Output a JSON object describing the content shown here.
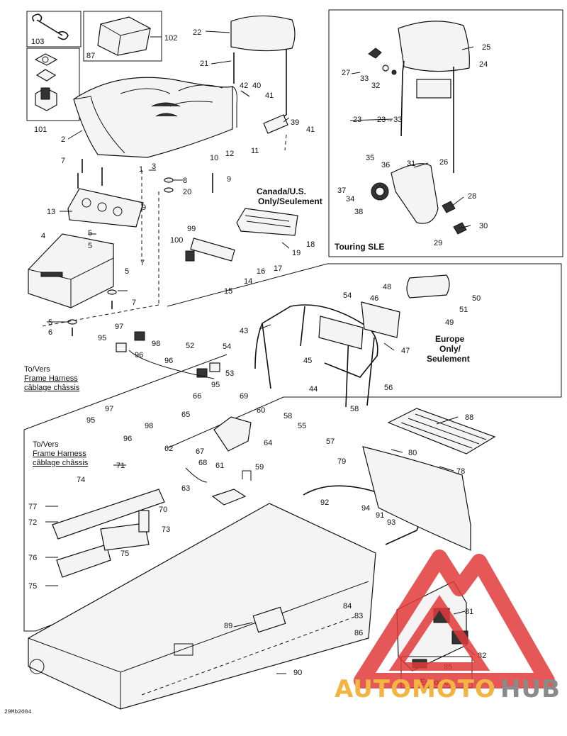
{
  "diagram": {
    "callouts": [
      {
        "id": "c103",
        "text": "103"
      },
      {
        "id": "c102",
        "text": "102"
      },
      {
        "id": "c87",
        "text": "87"
      },
      {
        "id": "c101",
        "text": "101"
      },
      {
        "id": "c22",
        "text": "22"
      },
      {
        "id": "c21",
        "text": "21"
      },
      {
        "id": "c42",
        "text": "42"
      },
      {
        "id": "c40",
        "text": "40"
      },
      {
        "id": "c41a",
        "text": "41"
      },
      {
        "id": "c39",
        "text": "39"
      },
      {
        "id": "c41b",
        "text": "41"
      },
      {
        "id": "c2",
        "text": "2"
      },
      {
        "id": "c1",
        "text": "1"
      },
      {
        "id": "c10",
        "text": "10"
      },
      {
        "id": "c12",
        "text": "12"
      },
      {
        "id": "c11",
        "text": "11"
      },
      {
        "id": "c3",
        "text": "3"
      },
      {
        "id": "c8",
        "text": "8"
      },
      {
        "id": "c20",
        "text": "20"
      },
      {
        "id": "c9a",
        "text": "9"
      },
      {
        "id": "c7a",
        "text": "7"
      },
      {
        "id": "c13",
        "text": "13"
      },
      {
        "id": "c9b",
        "text": "9"
      },
      {
        "id": "c4",
        "text": "4"
      },
      {
        "id": "c5a",
        "text": "5"
      },
      {
        "id": "c5b",
        "text": "5"
      },
      {
        "id": "c7b",
        "text": "7"
      },
      {
        "id": "c5c",
        "text": "5"
      },
      {
        "id": "c7c",
        "text": "7"
      },
      {
        "id": "c5d",
        "text": "5"
      },
      {
        "id": "c6",
        "text": "6"
      },
      {
        "id": "c25",
        "text": "25"
      },
      {
        "id": "c24",
        "text": "24"
      },
      {
        "id": "c27",
        "text": "27"
      },
      {
        "id": "c33",
        "text": "33"
      },
      {
        "id": "c32",
        "text": "32"
      },
      {
        "id": "c23",
        "text": "23"
      },
      {
        "id": "c35",
        "text": "35"
      },
      {
        "id": "c36",
        "text": "36"
      },
      {
        "id": "c31",
        "text": "31"
      },
      {
        "id": "c26",
        "text": "26"
      },
      {
        "id": "c37",
        "text": "37"
      },
      {
        "id": "c34",
        "text": "34"
      },
      {
        "id": "c38",
        "text": "38"
      },
      {
        "id": "c28",
        "text": "28"
      },
      {
        "id": "c29",
        "text": "29"
      },
      {
        "id": "c30",
        "text": "30"
      },
      {
        "id": "c99",
        "text": "99"
      },
      {
        "id": "c100",
        "text": "100"
      },
      {
        "id": "c19",
        "text": "19"
      },
      {
        "id": "c18",
        "text": "18"
      },
      {
        "id": "c17",
        "text": "17"
      },
      {
        "id": "c16",
        "text": "16"
      },
      {
        "id": "c14",
        "text": "14"
      },
      {
        "id": "c15",
        "text": "15"
      },
      {
        "id": "c48",
        "text": "48"
      },
      {
        "id": "c50",
        "text": "50"
      },
      {
        "id": "c54a",
        "text": "54"
      },
      {
        "id": "c46",
        "text": "46"
      },
      {
        "id": "c51",
        "text": "51"
      },
      {
        "id": "c49",
        "text": "49"
      },
      {
        "id": "c43",
        "text": "43"
      },
      {
        "id": "c47",
        "text": "47"
      },
      {
        "id": "c97a",
        "text": "97"
      },
      {
        "id": "c95a",
        "text": "95"
      },
      {
        "id": "c98a",
        "text": "98"
      },
      {
        "id": "c96a",
        "text": "96"
      },
      {
        "id": "c52",
        "text": "52"
      },
      {
        "id": "c54b",
        "text": "54"
      },
      {
        "id": "c45",
        "text": "45"
      },
      {
        "id": "c96b",
        "text": "96"
      },
      {
        "id": "c53",
        "text": "53"
      },
      {
        "id": "c44",
        "text": "44"
      },
      {
        "id": "c95b",
        "text": "95"
      },
      {
        "id": "c56",
        "text": "56"
      },
      {
        "id": "c58a",
        "text": "58"
      },
      {
        "id": "c66",
        "text": "66"
      },
      {
        "id": "c69",
        "text": "69"
      },
      {
        "id": "c58b",
        "text": "58"
      },
      {
        "id": "c55",
        "text": "55"
      },
      {
        "id": "c57",
        "text": "57"
      },
      {
        "id": "c97b",
        "text": "97"
      },
      {
        "id": "c65",
        "text": "65"
      },
      {
        "id": "c60",
        "text": "60"
      },
      {
        "id": "c95c",
        "text": "95"
      },
      {
        "id": "c98b",
        "text": "98"
      },
      {
        "id": "c96c",
        "text": "96"
      },
      {
        "id": "c88",
        "text": "88"
      },
      {
        "id": "c64",
        "text": "64"
      },
      {
        "id": "c62",
        "text": "62"
      },
      {
        "id": "c67",
        "text": "67"
      },
      {
        "id": "c80",
        "text": "80"
      },
      {
        "id": "c68",
        "text": "68"
      },
      {
        "id": "c61",
        "text": "61"
      },
      {
        "id": "c59",
        "text": "59"
      },
      {
        "id": "c79",
        "text": "79"
      },
      {
        "id": "c78",
        "text": "78"
      },
      {
        "id": "c71",
        "text": "71"
      },
      {
        "id": "c63",
        "text": "63"
      },
      {
        "id": "c74",
        "text": "74"
      },
      {
        "id": "c92",
        "text": "92"
      },
      {
        "id": "c77",
        "text": "77"
      },
      {
        "id": "c70",
        "text": "70"
      },
      {
        "id": "c94",
        "text": "94"
      },
      {
        "id": "c91",
        "text": "91"
      },
      {
        "id": "c72",
        "text": "72"
      },
      {
        "id": "c93",
        "text": "93"
      },
      {
        "id": "c73",
        "text": "73"
      },
      {
        "id": "c75a",
        "text": "75"
      },
      {
        "id": "c76",
        "text": "76"
      },
      {
        "id": "c75b",
        "text": "75"
      },
      {
        "id": "c84",
        "text": "84"
      },
      {
        "id": "c81",
        "text": "81"
      },
      {
        "id": "c83",
        "text": "83"
      },
      {
        "id": "c89",
        "text": "89"
      },
      {
        "id": "c86",
        "text": "86"
      },
      {
        "id": "c82",
        "text": "82"
      },
      {
        "id": "c85",
        "text": "85"
      },
      {
        "id": "c90",
        "text": "90"
      }
    ],
    "note_canada": [
      "Canada/U.S.",
      "Only/Seulement"
    ],
    "note_touring": "Touring SLE",
    "note_europe": [
      "Europe",
      "Only/",
      "Seulement"
    ],
    "note_harness_1": [
      "To/Vers",
      "Frame Harness",
      "câblage châssis"
    ],
    "note_harness_2": [
      "To/Vers",
      "Frame Harness",
      "câblage châssis"
    ],
    "note_europe_box": "Europe",
    "part_range": "23→33",
    "drawing_code": "29Mb2004"
  },
  "watermark": {
    "word_a": "AUTOMOTO",
    "word_b": "HUB",
    "color_red": "#e23a3a",
    "color_orange": "#f2b544",
    "color_grey": "#8a8a8a"
  }
}
